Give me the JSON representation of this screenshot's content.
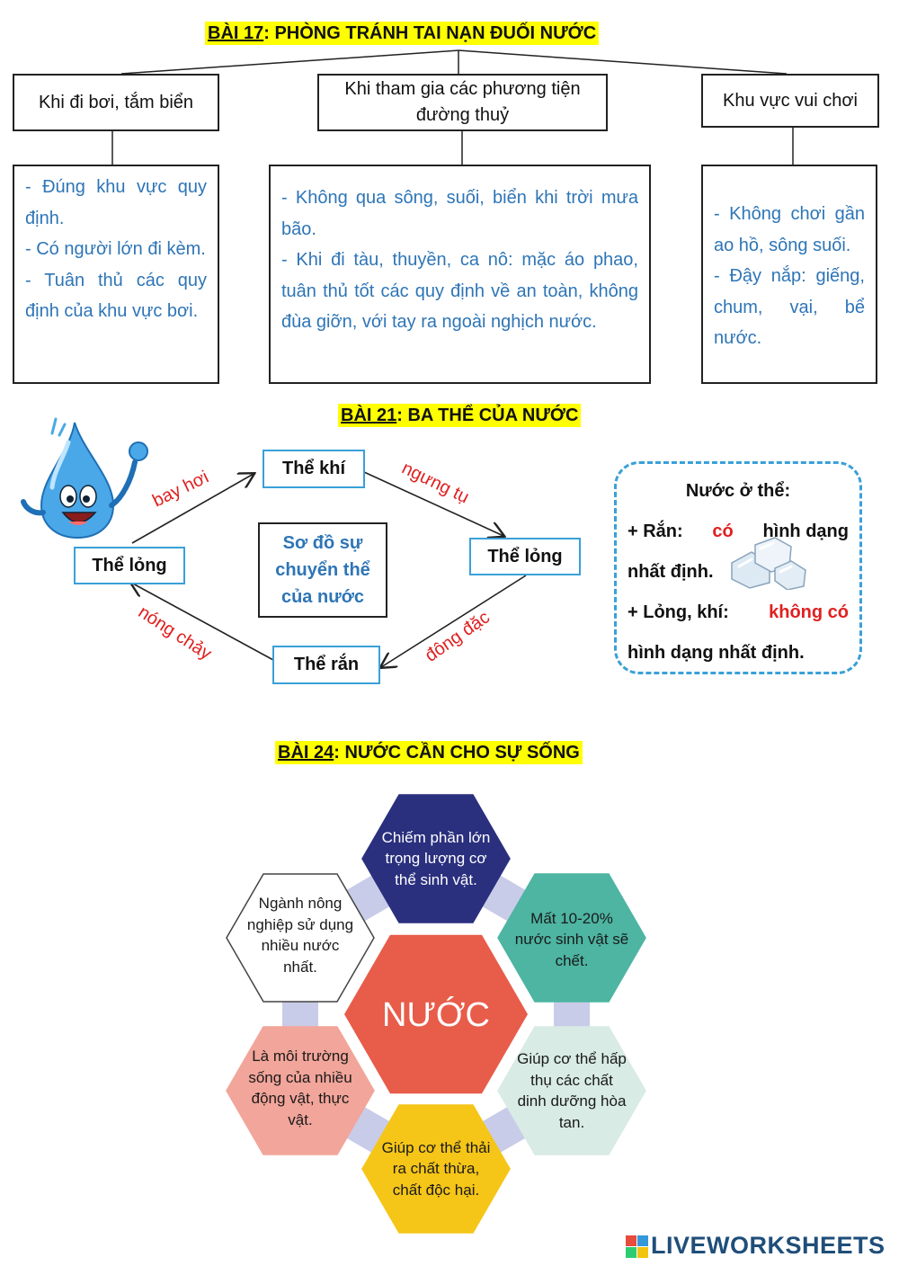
{
  "lesson17": {
    "title_prefix": "BÀI 17",
    "title_rest": ": PHÒNG TRÁNH TAI NẠN ĐUỐI NƯỚC",
    "categories": [
      "Khi đi bơi, tắm biển",
      "Khi tham gia các phương tiện đường thuỷ",
      "Khu vực vui chơi"
    ],
    "details": [
      [
        "- Đúng khu vực quy định.",
        "- Có người lớn đi kèm.",
        "- Tuân thủ các quy định của khu vực bơi."
      ],
      [
        "- Không qua sông, suối, biển khi trời mưa bão.",
        "- Khi đi tàu, thuyền, ca nô: mặc áo phao, tuân thủ tốt các quy định về an toàn, không đùa giỡn, với tay ra ngoài nghịch nước."
      ],
      [
        "- Không chơi gần ao hồ, sông suối.",
        "- Đậy nắp: giếng, chum, vại, bể nước."
      ]
    ]
  },
  "lesson21": {
    "title_prefix": "BÀI 21",
    "title_rest": ": BA THỂ CỦA NƯỚC",
    "states": {
      "gas": "Thể khí",
      "liquid_left": "Thể lỏng",
      "liquid_right": "Thể lỏng",
      "solid": "Thể rắn"
    },
    "transitions": {
      "evaporation": "bay hơi",
      "condensation": "ngưng tụ",
      "freezing": "đông đặc",
      "melting": "nóng chảy"
    },
    "diagram_caption": [
      "Sơ đồ sự",
      "chuyển thể",
      "của nước"
    ],
    "note": {
      "heading": "Nước ở thể:",
      "solid_label": "+ Rắn:",
      "solid_red": "có",
      "solid_rest": "hình dạng",
      "solid_line2": "nhất định.",
      "liquid_label": "+ Lỏng, khí:",
      "liquid_red": "không có",
      "liquid_line2": "hình dạng nhất định."
    }
  },
  "lesson24": {
    "title_prefix": "BÀI 24",
    "title_rest": ": NƯỚC CẦN CHO SỰ SỐNG",
    "center": "NƯỚC",
    "hexagons": [
      {
        "text": "Chiếm phần lớn trọng lượng cơ thể sinh vật.",
        "color": "#2a2f7e",
        "text_color": "#ffffff"
      },
      {
        "text": "Mất 10-20% nước sinh vật sẽ chết.",
        "color": "#4db5a2",
        "text_color": "#1a1a1a"
      },
      {
        "text": "Giúp cơ thể hấp thụ các chất dinh dưỡng hòa tan.",
        "color": "#d8ebe4",
        "text_color": "#1a1a1a"
      },
      {
        "text": "Giúp cơ thể thải ra chất thừa, chất độc hại.",
        "color": "#f5c518",
        "text_color": "#1a1a1a"
      },
      {
        "text": "Là môi trường sống của nhiều động vật, thực vật.",
        "color": "#f2a59a",
        "text_color": "#1a1a1a"
      },
      {
        "text": "Ngành nông nghiệp sử dụng nhiều nước nhất.",
        "color": "#ffffff",
        "text_color": "#1a1a1a"
      }
    ],
    "center_color": "#e85c4a"
  },
  "footer": {
    "brand": "LIVEWORKSHEETS",
    "logo_letters": "LIVE"
  }
}
